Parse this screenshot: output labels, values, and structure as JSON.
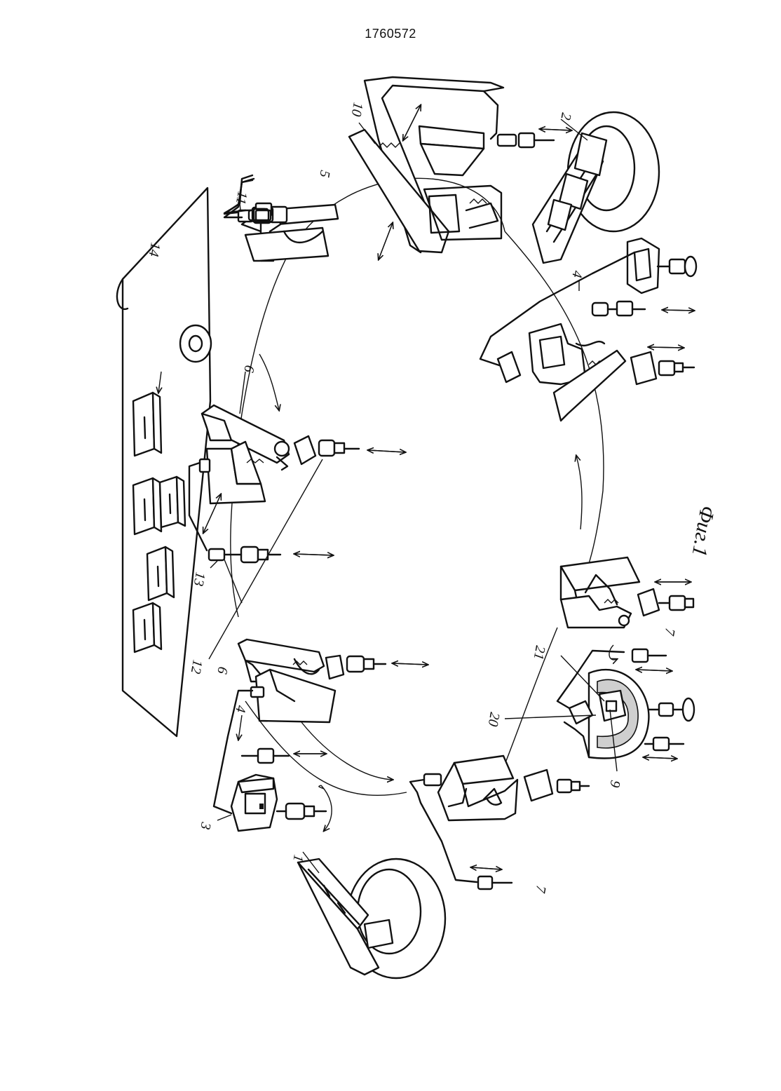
{
  "document": {
    "page_number": "1760572",
    "figure_caption": "Фиг.1"
  },
  "labels": {
    "l1": "1",
    "l2": "2",
    "l3": "3",
    "l4a": "4",
    "l4b": "4",
    "l5": "5",
    "l6a": "6",
    "l6b": "6",
    "l7a": "7",
    "l7b": "7",
    "l9": "9",
    "l10": "10",
    "l11": "11",
    "l12": "12",
    "l13": "13",
    "l14": "14",
    "l20": "20",
    "l21": "21"
  }
}
